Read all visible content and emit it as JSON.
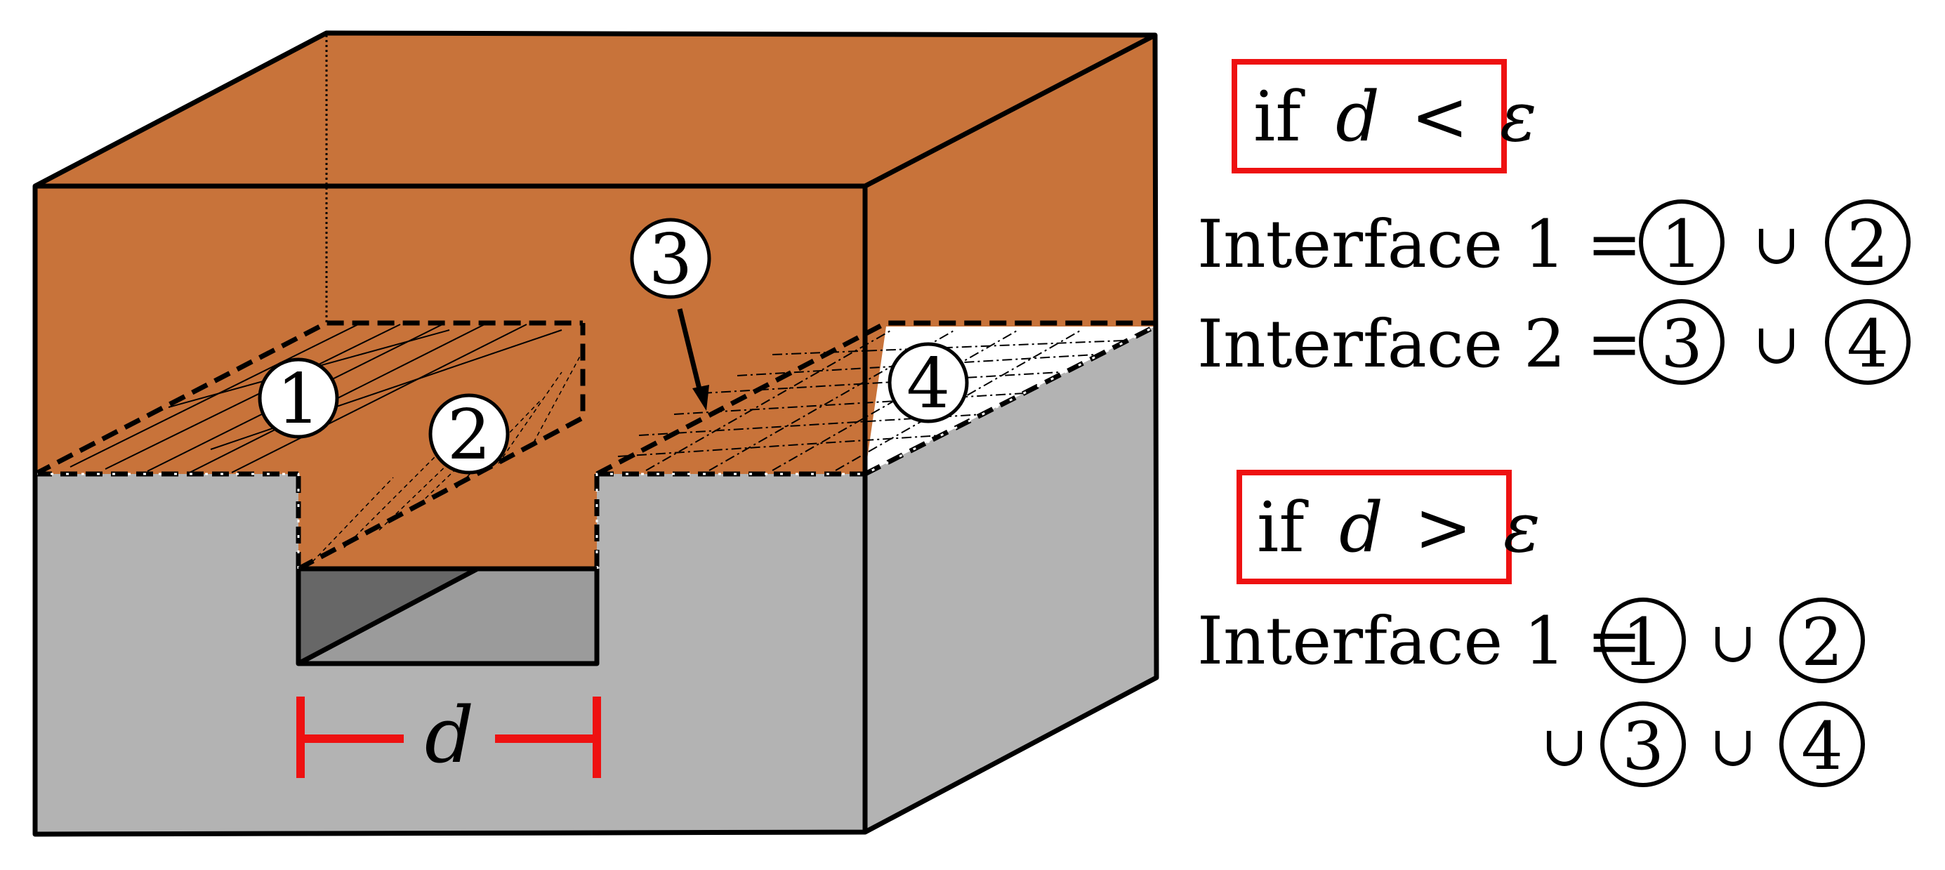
{
  "colors": {
    "copper": "#C8733A",
    "gray_light": "#B3B3B3",
    "gray_mid": "#9B9B9B",
    "gray_dark": "#676767",
    "outline": "#000000",
    "highlight_red": "#EE1111",
    "bubble_fill": "#FFFFFF"
  },
  "diagram": {
    "gap_label": "d",
    "region_labels": [
      "1",
      "2",
      "3",
      "4"
    ]
  },
  "condition_small": {
    "if_text": "if",
    "var": "d",
    "op": "<",
    "eps": "ε",
    "rows": [
      {
        "lhs": "Interface 1 =",
        "a": "1",
        "union": "∪",
        "b": "2"
      },
      {
        "lhs": "Interface 2 =",
        "a": "3",
        "union": "∪",
        "b": "4"
      }
    ]
  },
  "condition_large": {
    "if_text": "if",
    "var": "d",
    "op": ">",
    "eps": "ε",
    "row1": {
      "lhs": "Interface 1 =",
      "a": "1",
      "union": "∪",
      "b": "2"
    },
    "row2": {
      "union1": "∪",
      "a": "3",
      "union2": "∪",
      "b": "4"
    }
  }
}
